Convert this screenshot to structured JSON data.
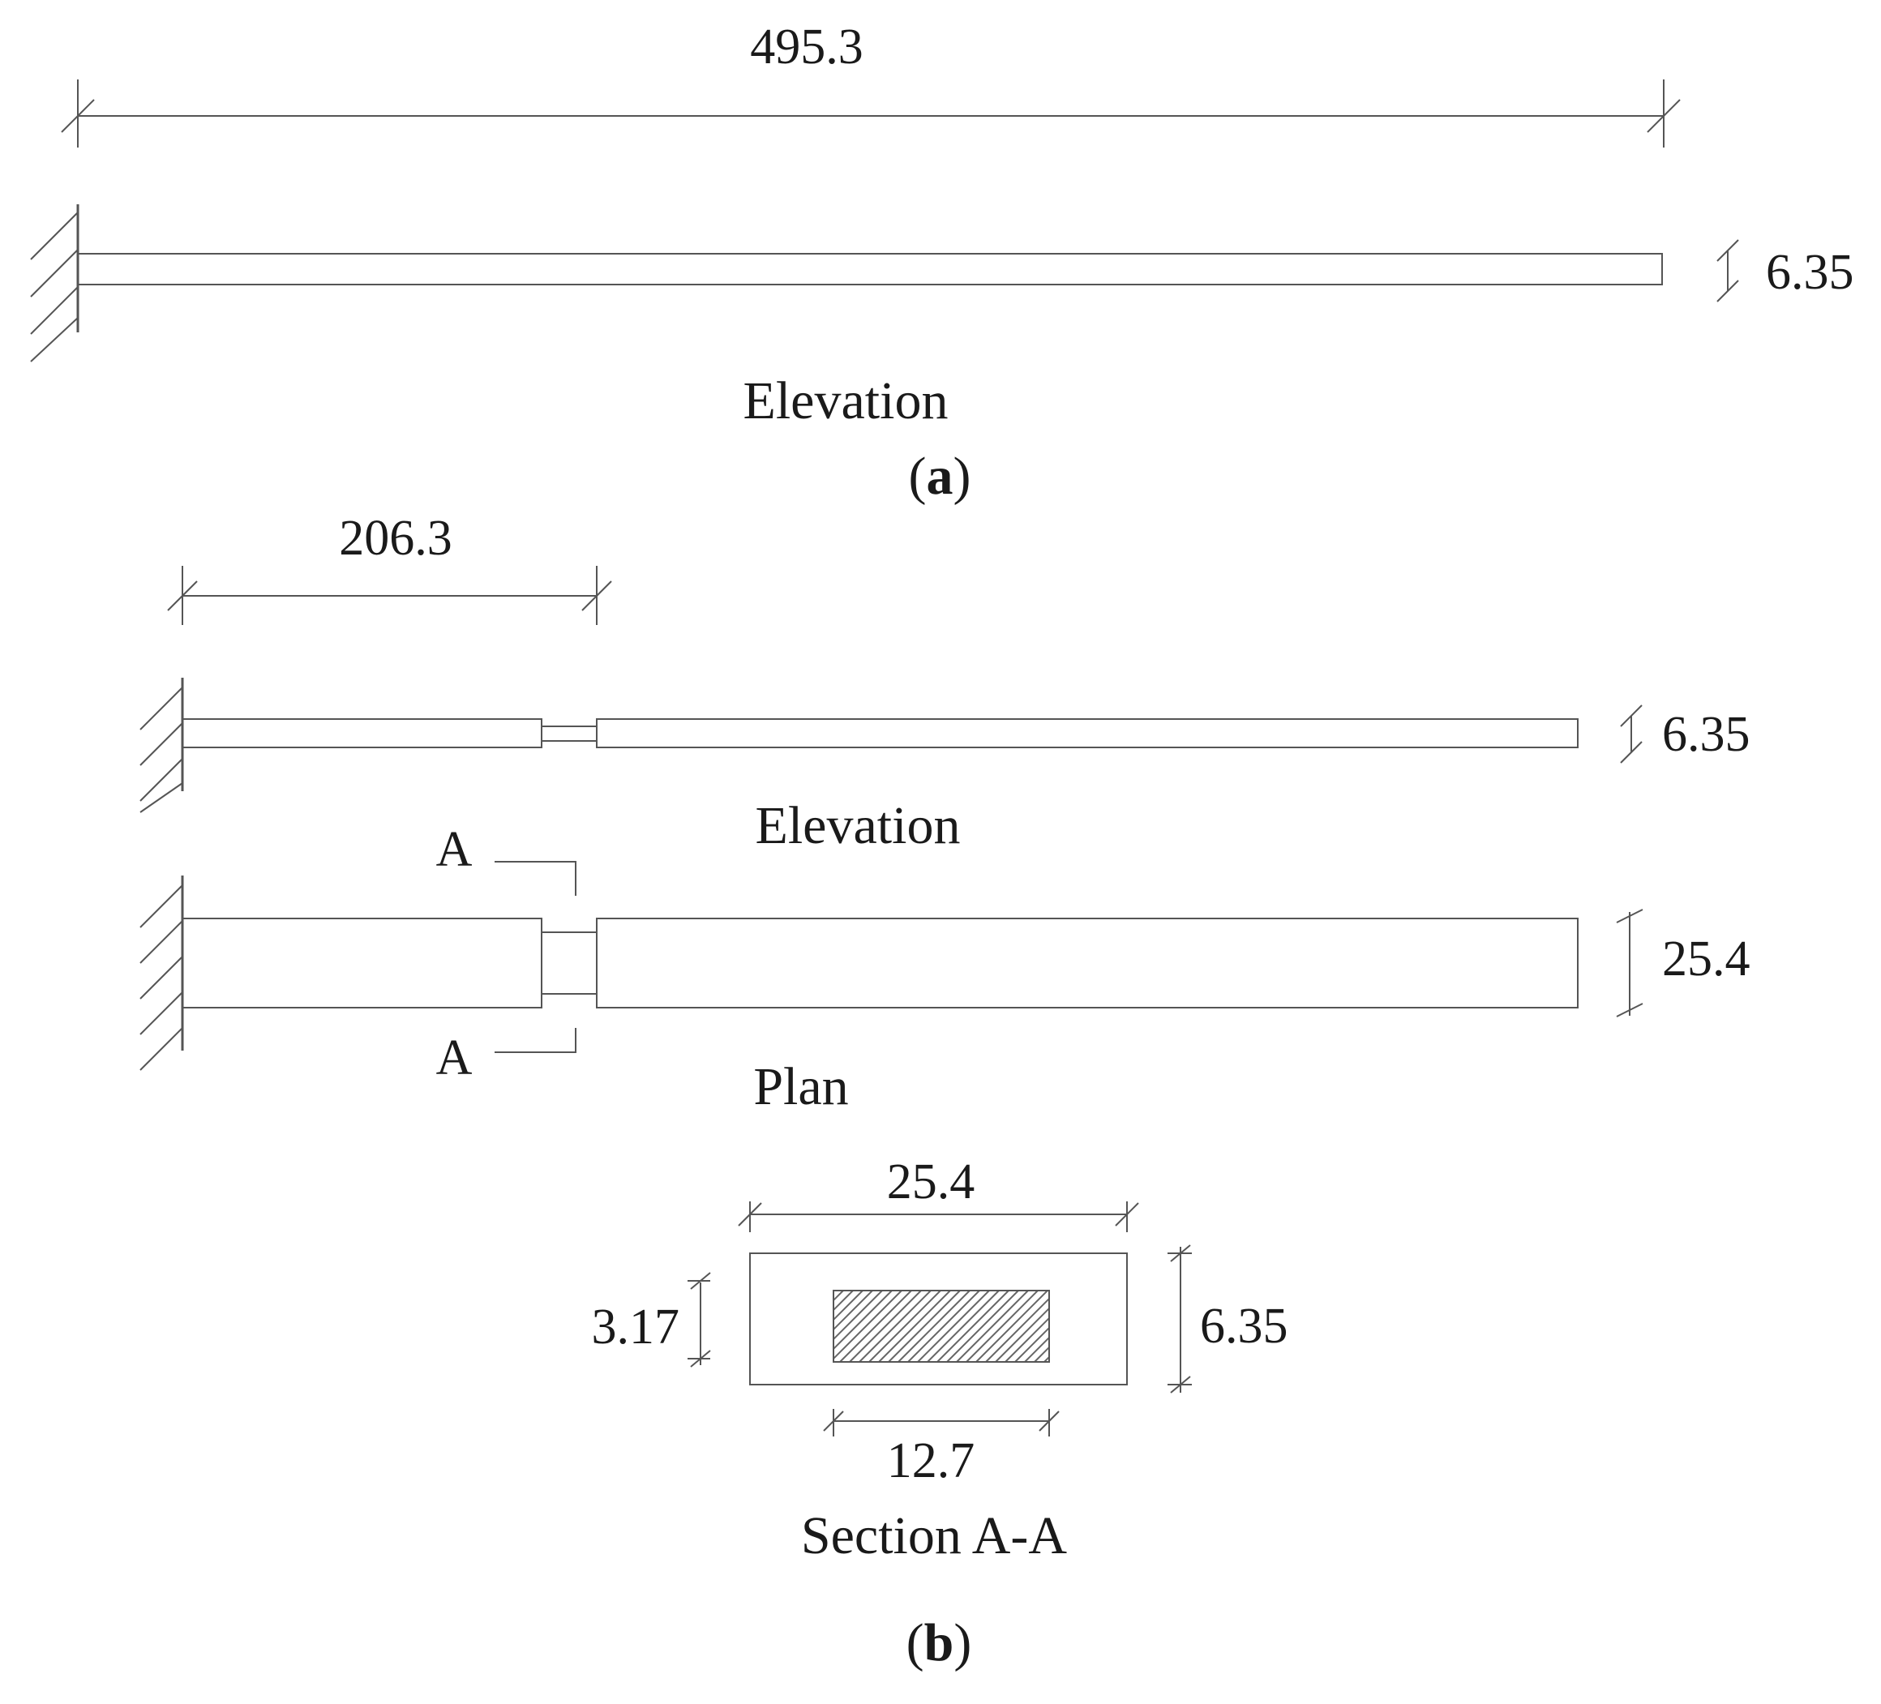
{
  "figure_a": {
    "length_dim": "495.3",
    "depth_dim": "6.35",
    "view_label": "Elevation",
    "caption_open": "(",
    "caption_letter": "a",
    "caption_close": ")"
  },
  "figure_b": {
    "notch_location_dim": "206.3",
    "elevation_depth_dim": "6.35",
    "elevation_label": "Elevation",
    "section_marker_top": "A",
    "section_marker_bottom": "A",
    "plan_width_dim": "25.4",
    "plan_label": "Plan",
    "section": {
      "width_dim": "25.4",
      "depth_dim": "6.35",
      "core_depth_dim": "3.17",
      "core_width_dim": "12.7",
      "label": "Section A-A"
    },
    "caption_open": "(",
    "caption_letter": "b",
    "caption_close": ")"
  },
  "colors": {
    "line": "#555555",
    "text": "#1a1a1a",
    "background": "#ffffff"
  }
}
